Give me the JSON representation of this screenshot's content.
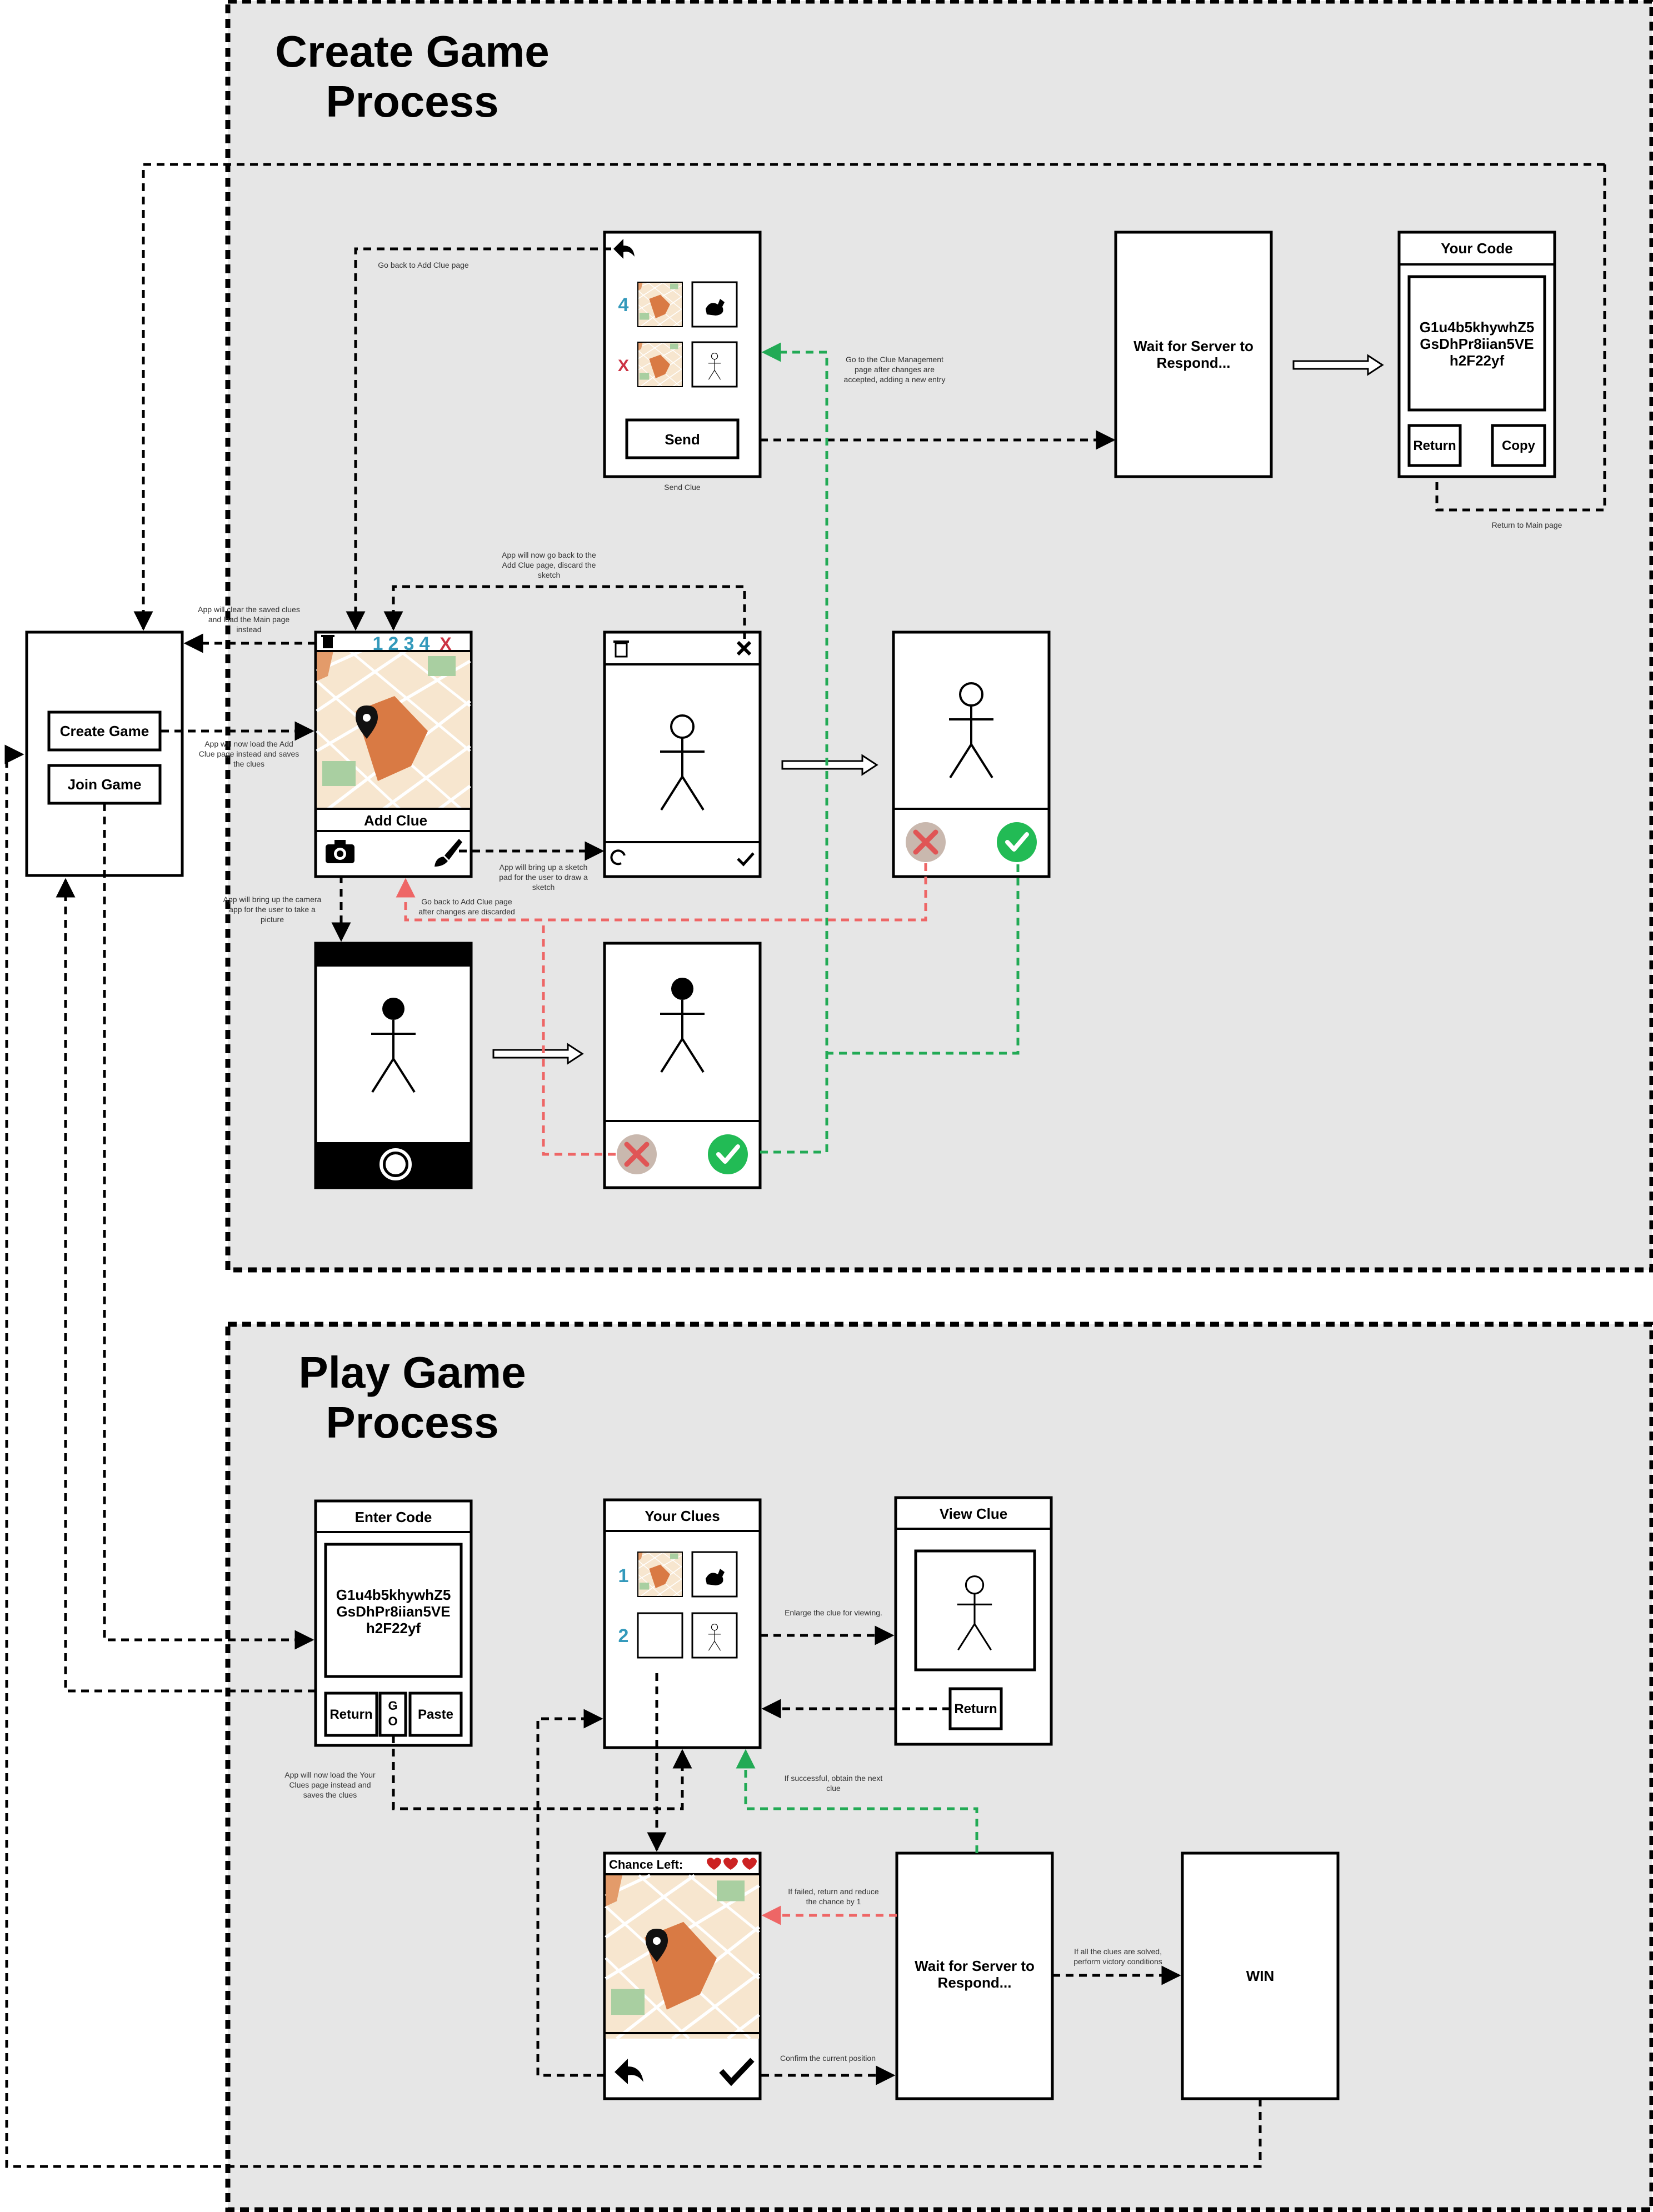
{
  "sections": {
    "create": {
      "title_line1": "Create Game",
      "title_line2": "Process"
    },
    "play": {
      "title_line1": "Play Game",
      "title_line2": "Process"
    }
  },
  "main_page": {
    "create_button": "Create Game",
    "join_button": "Join Game"
  },
  "add_clue": {
    "numbers": [
      "1",
      "2",
      "3",
      "4"
    ],
    "remove_mark": "X",
    "label": "Add Clue"
  },
  "clue_management": {
    "row1_number": "4",
    "row2_mark": "X",
    "send_button": "Send",
    "caption": "Send Clue"
  },
  "wait_screen": {
    "text_line1": "Wait for Server to",
    "text_line2": "Respond..."
  },
  "your_code": {
    "title": "Your Code",
    "code_line1": "G1u4b5khywhZ5",
    "code_line2": "GsDhPr8iian5VE",
    "code_line3": "h2F22yf",
    "return_button": "Return",
    "copy_button": "Copy"
  },
  "enter_code": {
    "title": "Enter Code",
    "code_line1": "G1u4b5khywhZ5",
    "code_line2": "GsDhPr8iian5VE",
    "code_line3": "h2F22yf",
    "return_button": "Return",
    "go_button_line1": "G",
    "go_button_line2": "O",
    "paste_button": "Paste"
  },
  "your_clues": {
    "title": "Your Clues",
    "row1_number": "1",
    "row2_number": "2"
  },
  "view_clue": {
    "title": "View Clue",
    "return_button": "Return"
  },
  "guess_screen": {
    "chance_label": "Chance Left:"
  },
  "win_screen": {
    "text": "WIN"
  },
  "annotations": {
    "go_back_add_clue": "Go back to Add Clue page",
    "clue_mgmt_1": "Go to the Clue Management",
    "clue_mgmt_2": "page after changes are",
    "clue_mgmt_3": "accepted, adding a new entry",
    "return_main": "Return to Main page",
    "discard_sketch_1": "App will now go back to the",
    "discard_sketch_2": "Add Clue page, discard the",
    "discard_sketch_3": "sketch",
    "clear_clues_1": "App will clear the saved clues",
    "clear_clues_2": "and load the Main page",
    "clear_clues_3": "instead",
    "load_add_clue_1": "App will now load the Add",
    "load_add_clue_2": "Clue page instead and saves",
    "load_add_clue_3": "the clues",
    "sketch_pad_1": "App will bring up a sketch",
    "sketch_pad_2": "pad for the user to draw a",
    "sketch_pad_3": "sketch",
    "discarded_1": "Go back to Add Clue page",
    "discarded_2": "after changes are discarded",
    "camera_1": "App will bring up the camera",
    "camera_2": "app for the user to take a",
    "camera_3": "picture",
    "enlarge": "Enlarge the clue for viewing.",
    "load_your_clues_1": "App will now load the Your",
    "load_your_clues_2": "Clues page instead and",
    "load_your_clues_3": "saves the clues",
    "next_clue_1": "If successful, obtain the next",
    "next_clue_2": "clue",
    "failed_1": "If failed, return and reduce",
    "failed_2": "the chance by 1",
    "confirm": "Confirm the current position",
    "victory_1": "If all the clues are solved,",
    "victory_2": "perform victory conditions"
  },
  "colors": {
    "panel": "#e6e6e6",
    "accept": "#22aa55",
    "reject": "#ee6666",
    "clue_number": "#3399bb",
    "heart": "#cc2222"
  }
}
